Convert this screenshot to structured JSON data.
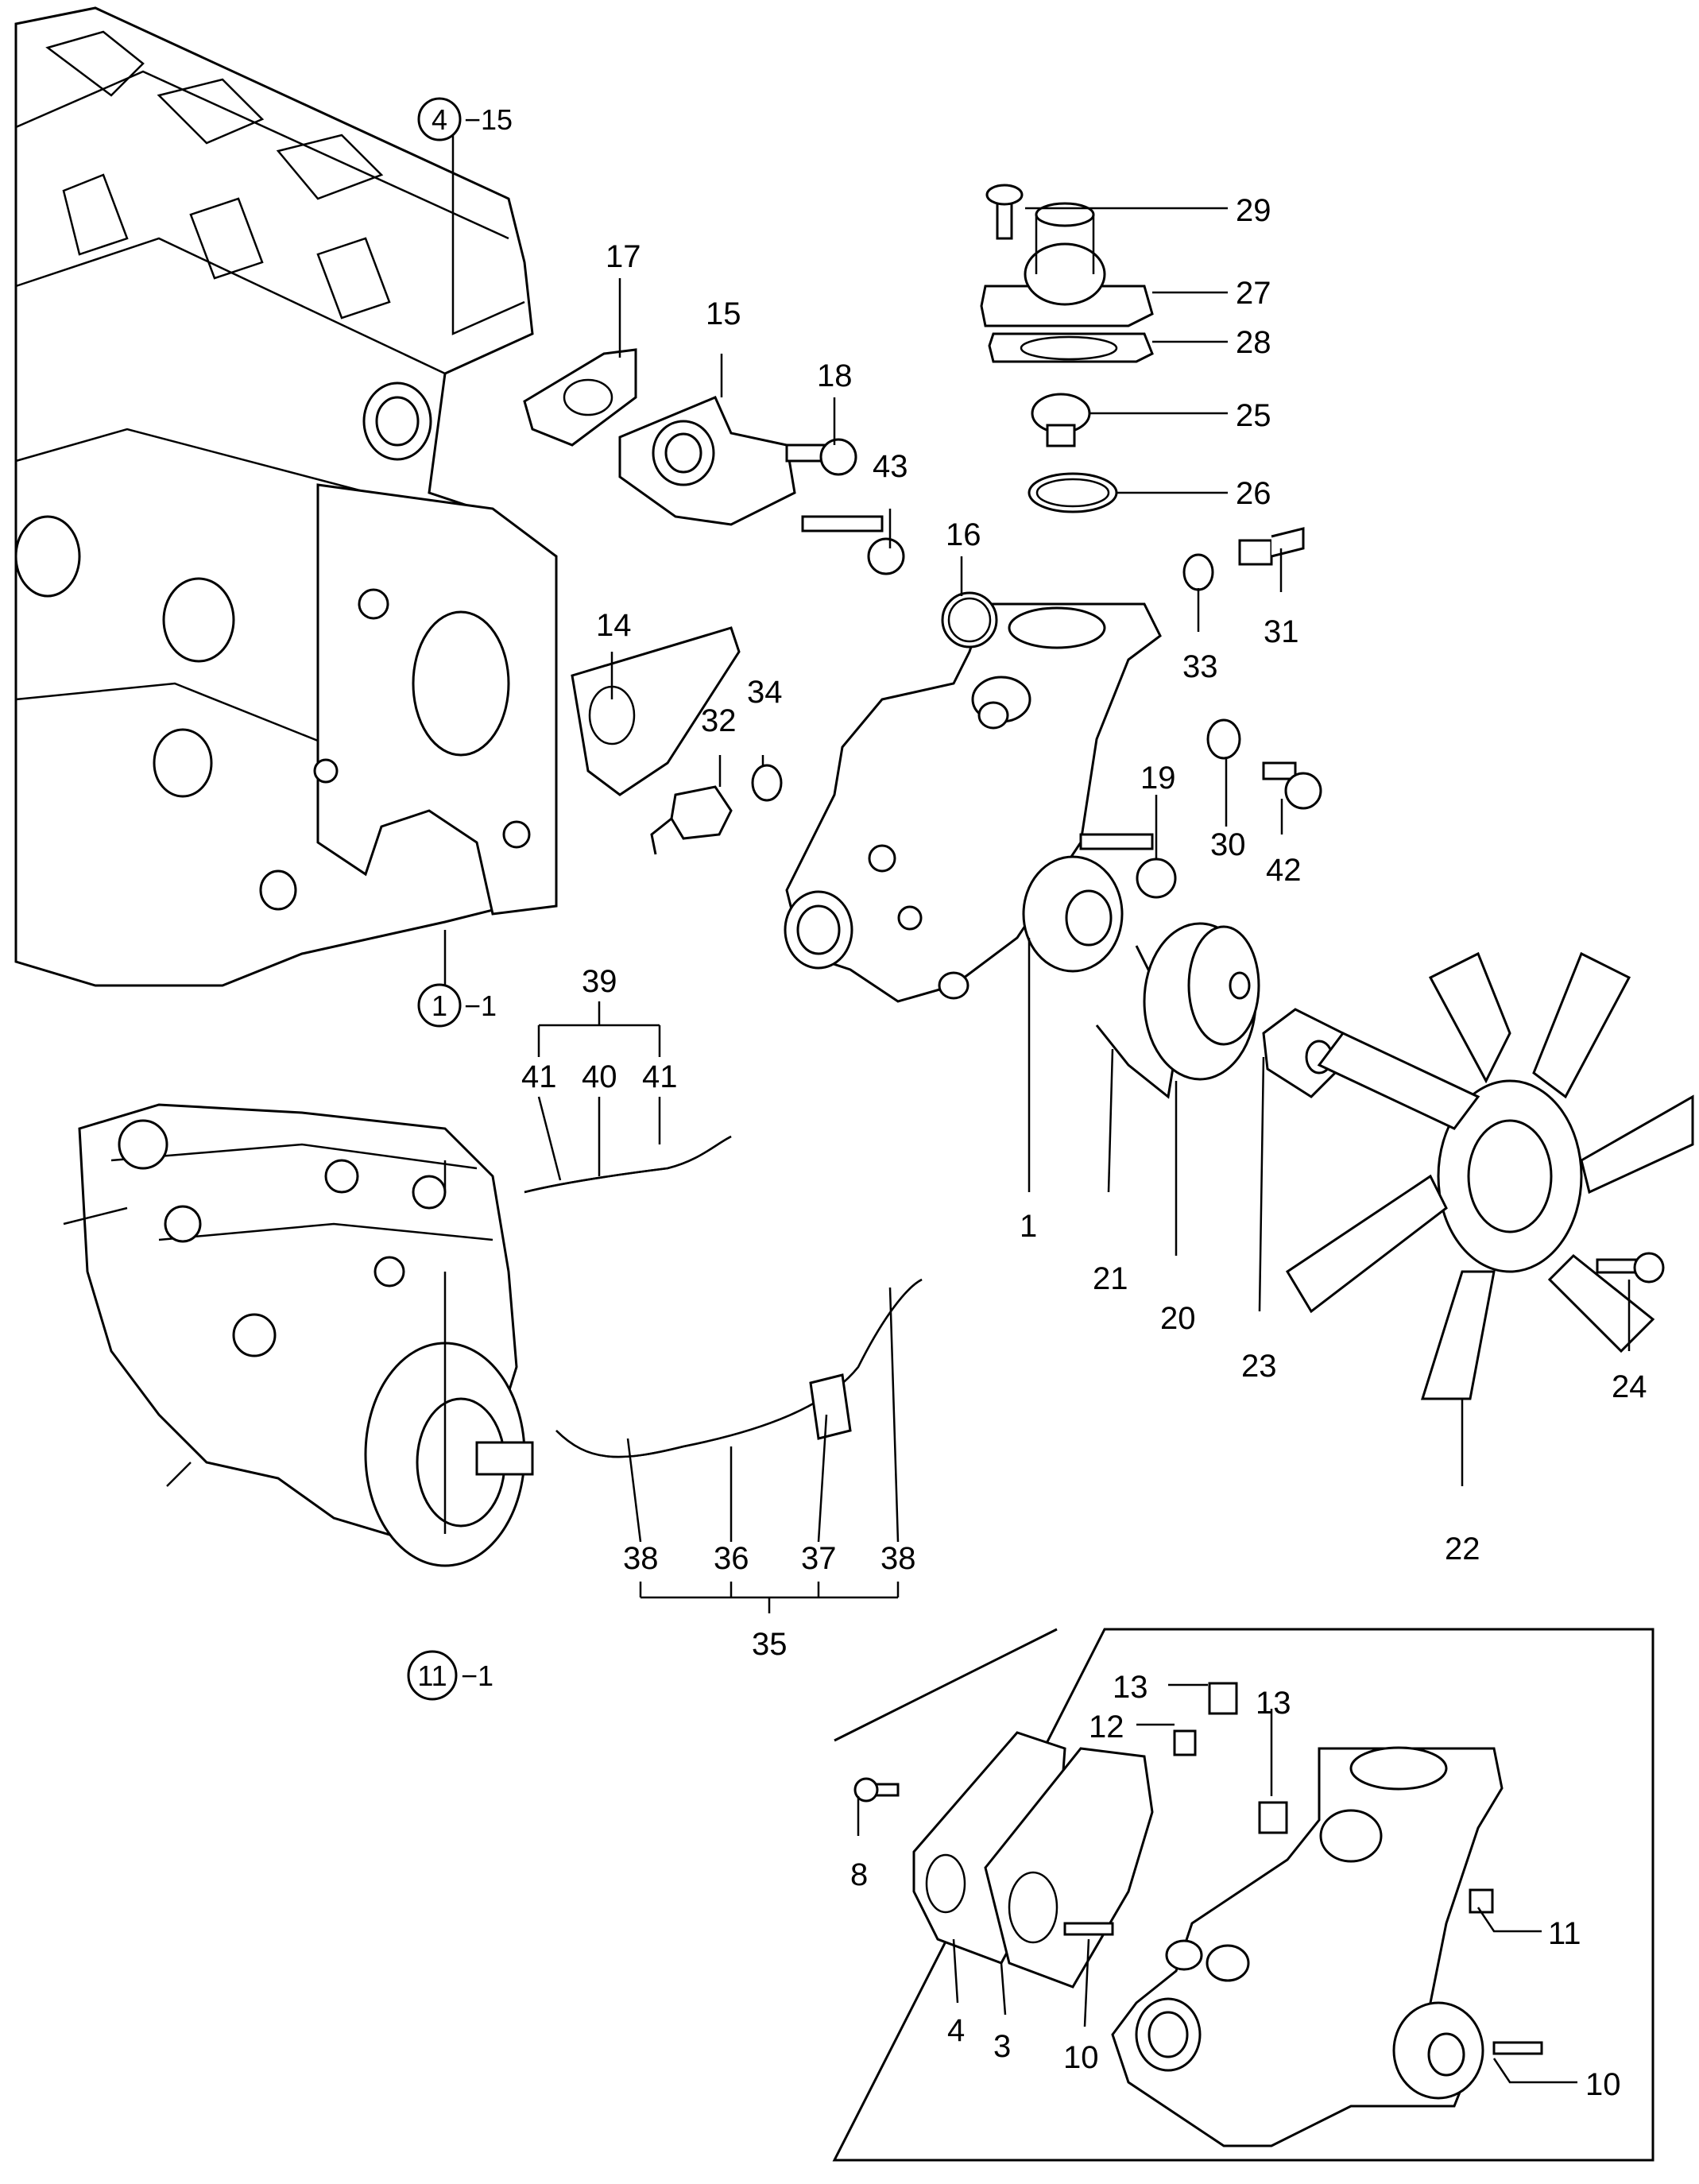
{
  "diagram": {
    "callouts": [
      {
        "id": "29",
        "label": "29"
      },
      {
        "id": "27",
        "label": "27"
      },
      {
        "id": "28",
        "label": "28"
      },
      {
        "id": "25",
        "label": "25"
      },
      {
        "id": "26",
        "label": "26"
      },
      {
        "id": "17",
        "label": "17"
      },
      {
        "id": "15",
        "label": "15"
      },
      {
        "id": "18",
        "label": "18"
      },
      {
        "id": "43",
        "label": "43"
      },
      {
        "id": "16",
        "label": "16"
      },
      {
        "id": "31",
        "label": "31"
      },
      {
        "id": "33",
        "label": "33"
      },
      {
        "id": "14",
        "label": "14"
      },
      {
        "id": "32",
        "label": "32"
      },
      {
        "id": "34",
        "label": "34"
      },
      {
        "id": "19",
        "label": "19"
      },
      {
        "id": "30",
        "label": "30"
      },
      {
        "id": "42",
        "label": "42"
      },
      {
        "id": "39",
        "label": "39"
      },
      {
        "id": "41a",
        "label": "41"
      },
      {
        "id": "40",
        "label": "40"
      },
      {
        "id": "41b",
        "label": "41"
      },
      {
        "id": "1",
        "label": "1"
      },
      {
        "id": "21",
        "label": "21"
      },
      {
        "id": "20",
        "label": "20"
      },
      {
        "id": "23",
        "label": "23"
      },
      {
        "id": "24",
        "label": "24"
      },
      {
        "id": "22",
        "label": "22"
      },
      {
        "id": "38a",
        "label": "38"
      },
      {
        "id": "36",
        "label": "36"
      },
      {
        "id": "37",
        "label": "37"
      },
      {
        "id": "38b",
        "label": "38"
      },
      {
        "id": "35",
        "label": "35"
      },
      {
        "id": "13a",
        "label": "13"
      },
      {
        "id": "12",
        "label": "12"
      },
      {
        "id": "13b",
        "label": "13"
      },
      {
        "id": "8",
        "label": "8"
      },
      {
        "id": "11",
        "label": "11"
      },
      {
        "id": "4",
        "label": "4"
      },
      {
        "id": "3",
        "label": "3"
      },
      {
        "id": "10a",
        "label": "10"
      },
      {
        "id": "10b",
        "label": "10"
      }
    ],
    "group_refs": [
      {
        "id": "ref-4-15",
        "circle": "4",
        "suffix": "−15"
      },
      {
        "id": "ref-1-1",
        "circle": "1",
        "suffix": "−1"
      },
      {
        "id": "ref-11-1",
        "circle": "11",
        "suffix": "−1"
      }
    ]
  }
}
